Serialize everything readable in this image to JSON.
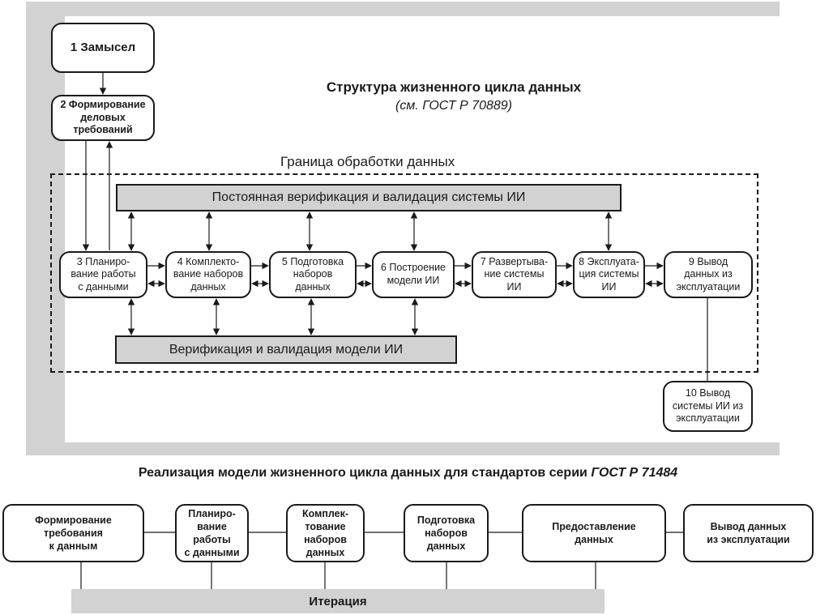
{
  "top_diagram": {
    "title": "Структура жизненного цикла данных",
    "subtitle": "(см. ГОСТ Р 70889)",
    "boundary_label": "Граница обработки данных",
    "stage1": "1 Замысел",
    "stage2": "2 Формирование\nделовых\nтребований",
    "stages": [
      {
        "label": "3 Планиро-\nвание работы\nс данными"
      },
      {
        "label": "4 Комплекто-\nвание наборов\nданных"
      },
      {
        "label": "5 Подготовка\nнаборов\nданных"
      },
      {
        "label": "6 Построение\nмодели ИИ"
      },
      {
        "label": "7 Развертыва-\nние системы\nИИ"
      },
      {
        "label": "8 Эксплуата-\nция системы\nИИ"
      },
      {
        "label": "9 Вывод\nданных из\nэксплуатации"
      }
    ],
    "stage10": "10 Вывод\nсистемы ИИ из\nэксплуатации",
    "system_vv_bar": "Постоянная верификация и валидация системы ИИ",
    "model_vv_bar": "Верификация и валидация модели ИИ"
  },
  "bottom_diagram": {
    "title_prefix": "Реализация модели жизненного цикла данных для стандартов серии ",
    "title_std": "ГОСТ Р 71484",
    "stages": [
      {
        "label": "Формирование\nтребования\nк данным"
      },
      {
        "label": "Планиро-\nвание\nработы\nс данными"
      },
      {
        "label": "Комплек-\nтование\nнаборов\nданных"
      },
      {
        "label": "Подготовка\nнаборов\nданных"
      },
      {
        "label": "Предоставление\nданных"
      },
      {
        "label": "Вывод данных\nиз эксплуатации"
      }
    ],
    "iteration_label": "Итерация"
  }
}
